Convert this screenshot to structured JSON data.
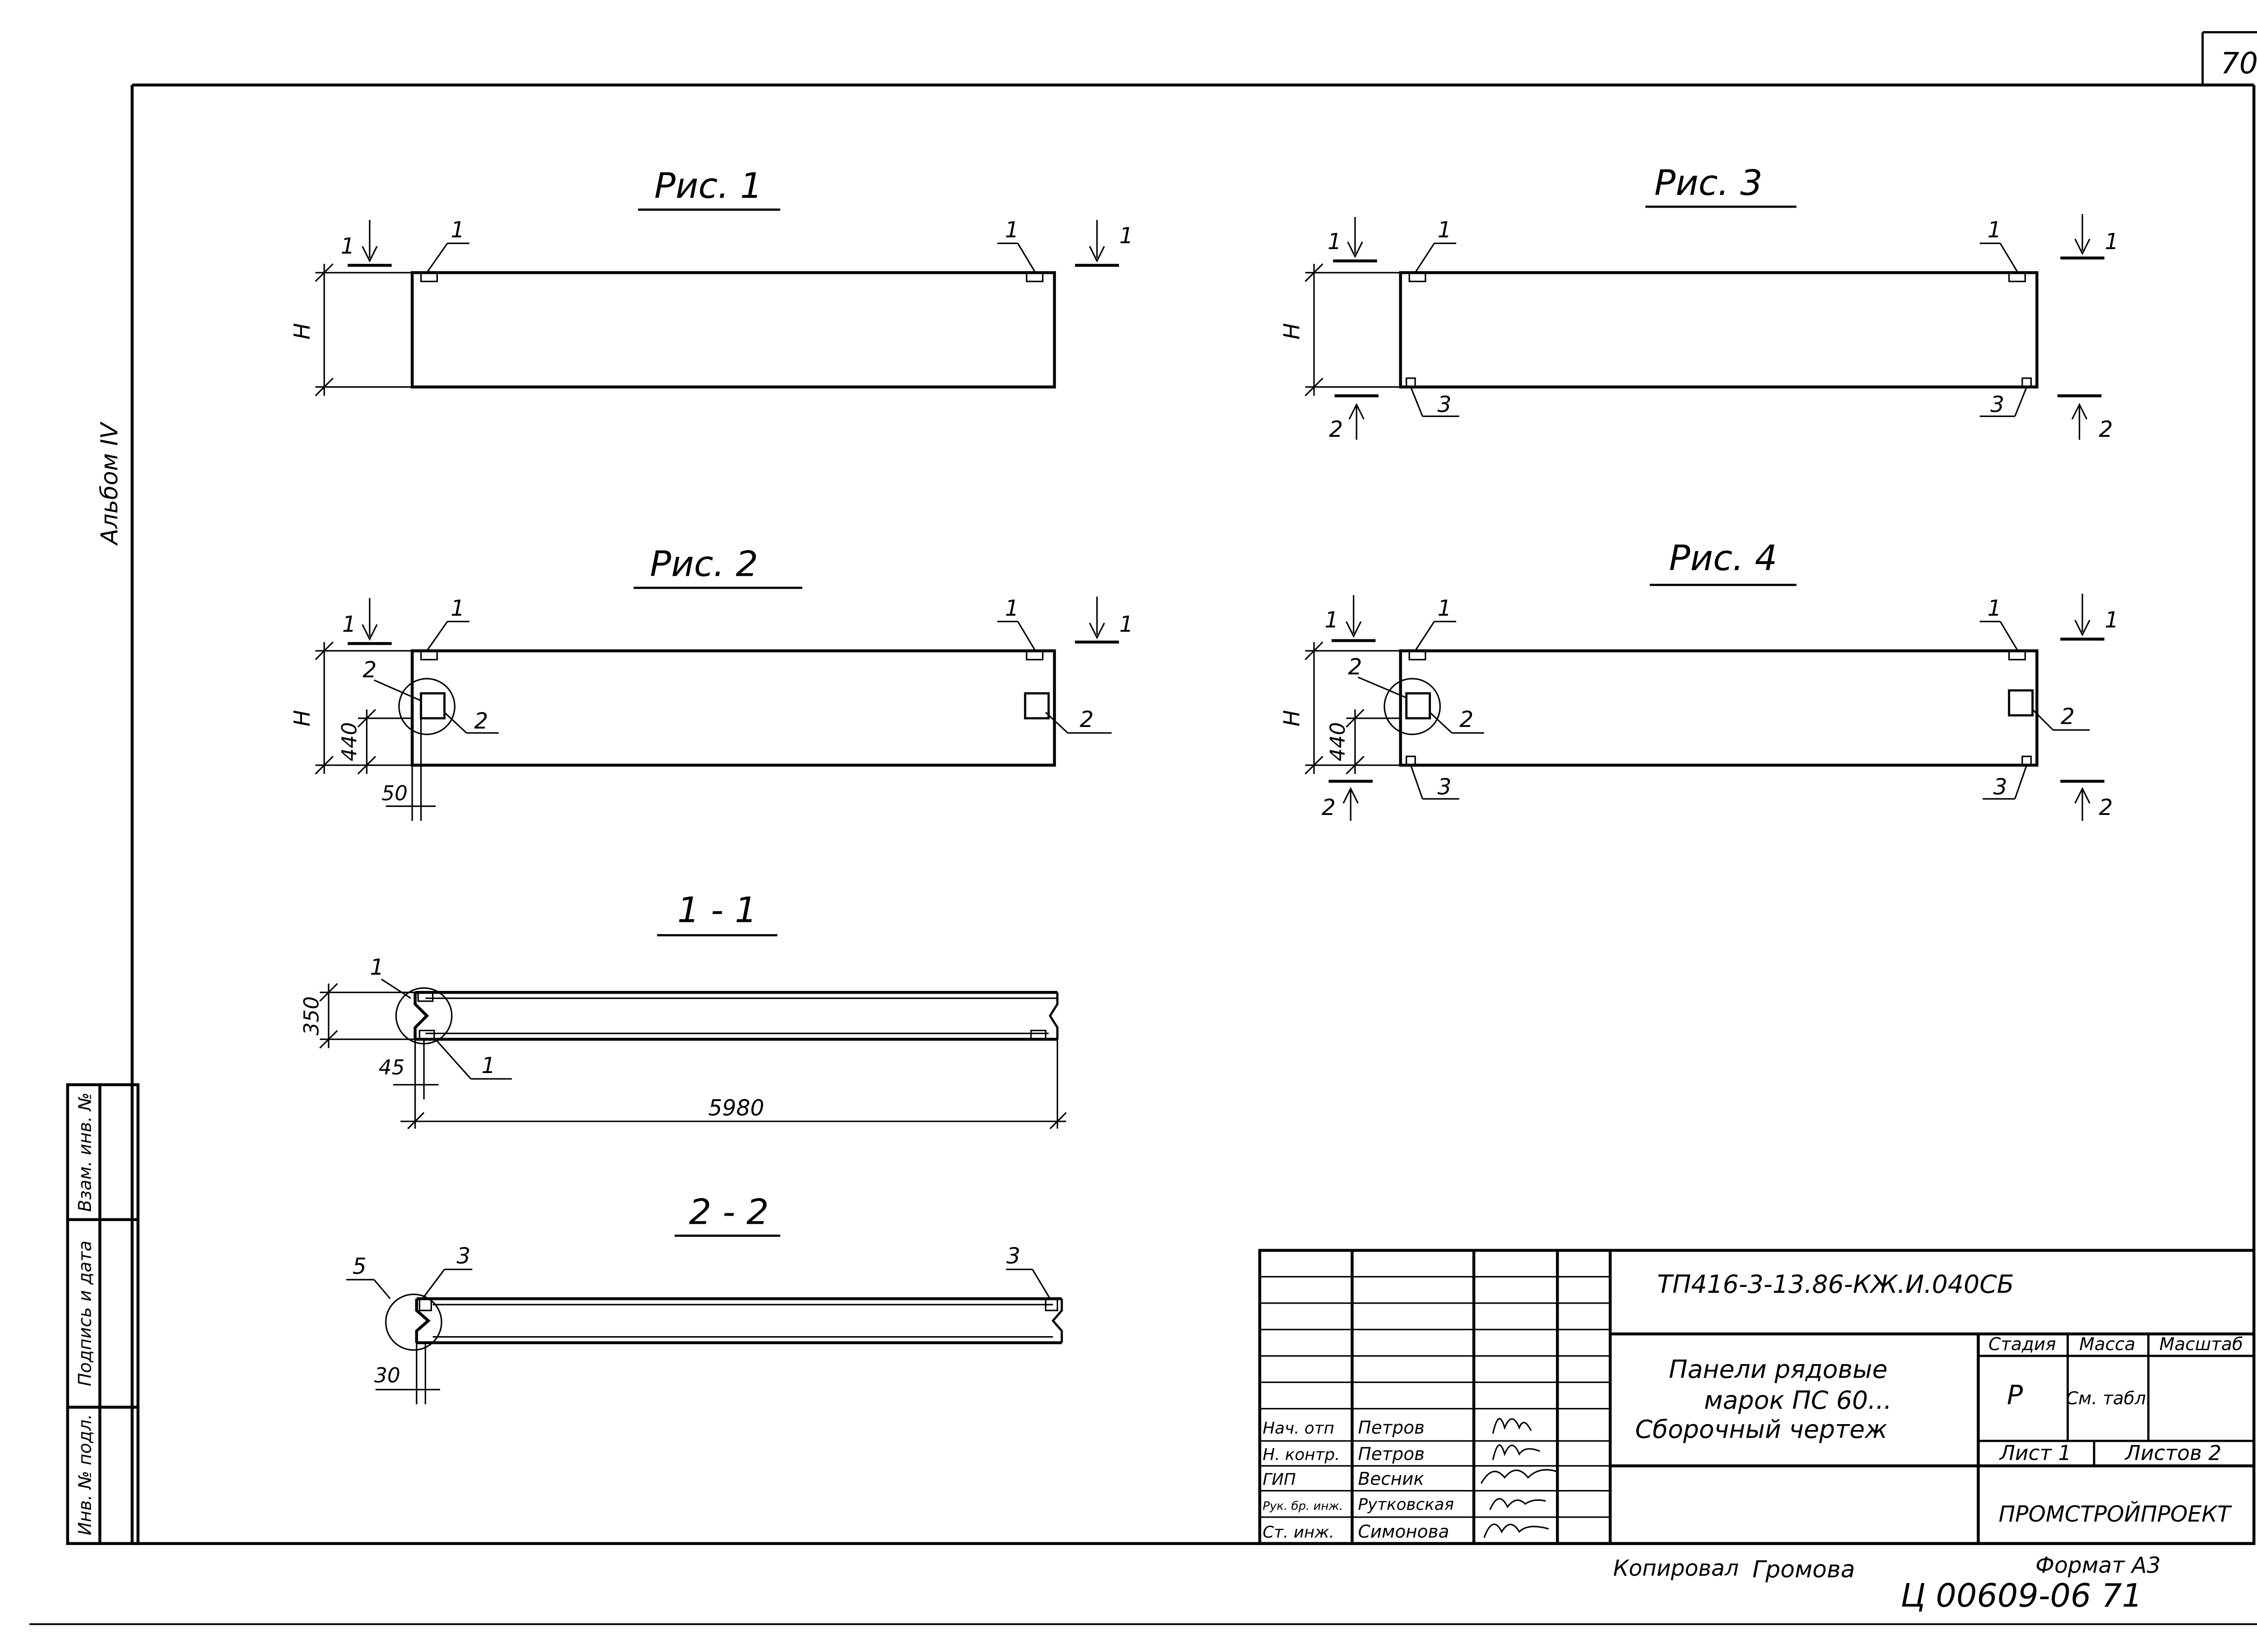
{
  "page": {
    "number": "70",
    "album": "Альбом IV"
  },
  "figures": {
    "fig1": {
      "title": "Рис. 1"
    },
    "fig2": {
      "title": "Рис. 2"
    },
    "fig3": {
      "title": "Рис. 3"
    },
    "fig4": {
      "title": "Рис. 4"
    },
    "sec11": {
      "title": "1 - 1"
    },
    "sec22": {
      "title": "2 - 2"
    }
  },
  "marks": {
    "m1": "1",
    "m2": "2",
    "m3": "3",
    "m5": "5",
    "H": "H"
  },
  "dims": {
    "d440": "440",
    "d50": "50",
    "d350": "350",
    "d45": "45",
    "d5980": "5980",
    "d30": "30"
  },
  "side_stamp": {
    "inv_podl": "Инв. № подл.",
    "podpis": "Подпись и дата",
    "vzam": "Взам. инв. №"
  },
  "title_block": {
    "code": "ТП416-3-13.86-КЖ.И.040СБ",
    "name_lines": [
      "Панели рядовые",
      "марок ПС 60...",
      "Сборочный чертеж"
    ],
    "stage_head": "Стадия",
    "mass_head": "Масса",
    "scale_head": "Масштаб",
    "stage": "Р",
    "mass": "См. табл.",
    "sheet": "Лист 1",
    "sheets": "Листов 2",
    "org": "ПРОМСТРОЙПРОЕКТ",
    "roles": [
      {
        "role": "Нач. отп",
        "name": "Петров"
      },
      {
        "role": "Н. контр.",
        "name": "Петров"
      },
      {
        "role": "ГИП",
        "name": "Весник"
      },
      {
        "role": "Рук. бр. инж.",
        "name": "Рутковская"
      },
      {
        "role": "Ст. инж.",
        "name": "Симонова"
      }
    ]
  },
  "footer": {
    "copied": "Копировал",
    "copier": "Громова",
    "format": "Формат А3",
    "archive": "Ц 00609-06 71"
  }
}
